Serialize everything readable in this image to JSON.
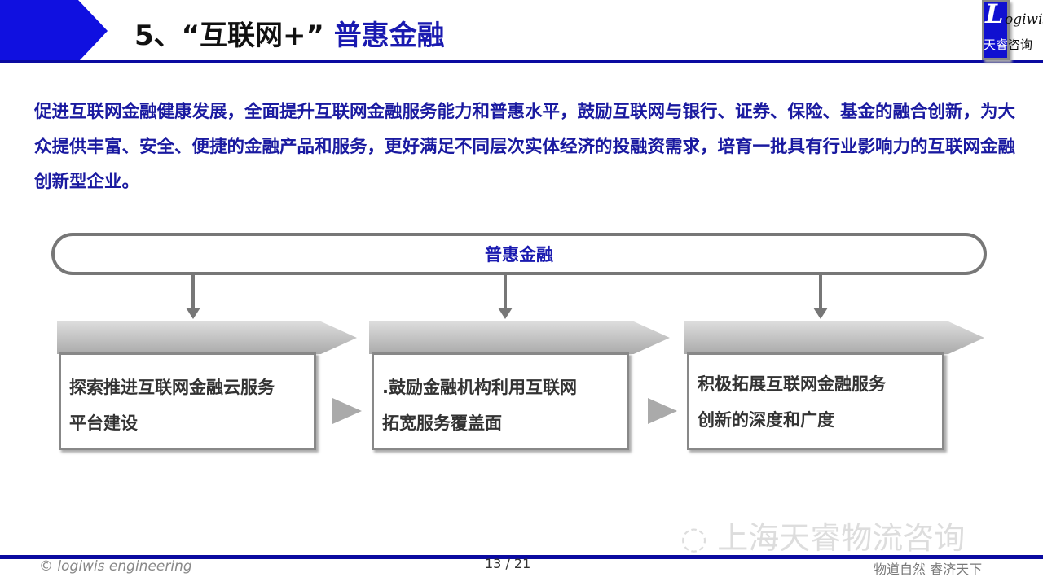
{
  "header": {
    "title_prefix": "5、“互联网+”",
    "title_highlight": "普惠金融",
    "logo_letter": "L",
    "logo_text": "ogiwis",
    "logo_cn_a": "天睿",
    "logo_cn_b": "咨询"
  },
  "intro": "促进互联网金融健康发展，全面提升互联网金融服务能力和普惠水平，鼓励互联网与银行、证券、保险、基金的融合创新，为大众提供丰富、安全、便捷的金融产品和服务，更好满足不同层次实体经济的投融资需求，培育一批具有行业影响力的互联网金融创新型企业。",
  "diagram": {
    "root": "普惠金融",
    "items": [
      {
        "line1": "探索推进互联网金融云服务",
        "line2": "平台建设"
      },
      {
        "line1": ".鼓励金融机构利用互联网",
        "line2": "拓宽服务覆盖面"
      },
      {
        "line1": "积极拓展互联网金融服务",
        "line2": "创新的深度和广度"
      }
    ]
  },
  "watermark": "上海天睿物流咨询",
  "footer": {
    "copyright": "© logiwis engineering",
    "page": "13  / 21",
    "slogan": "物道自然  睿济天下"
  }
}
